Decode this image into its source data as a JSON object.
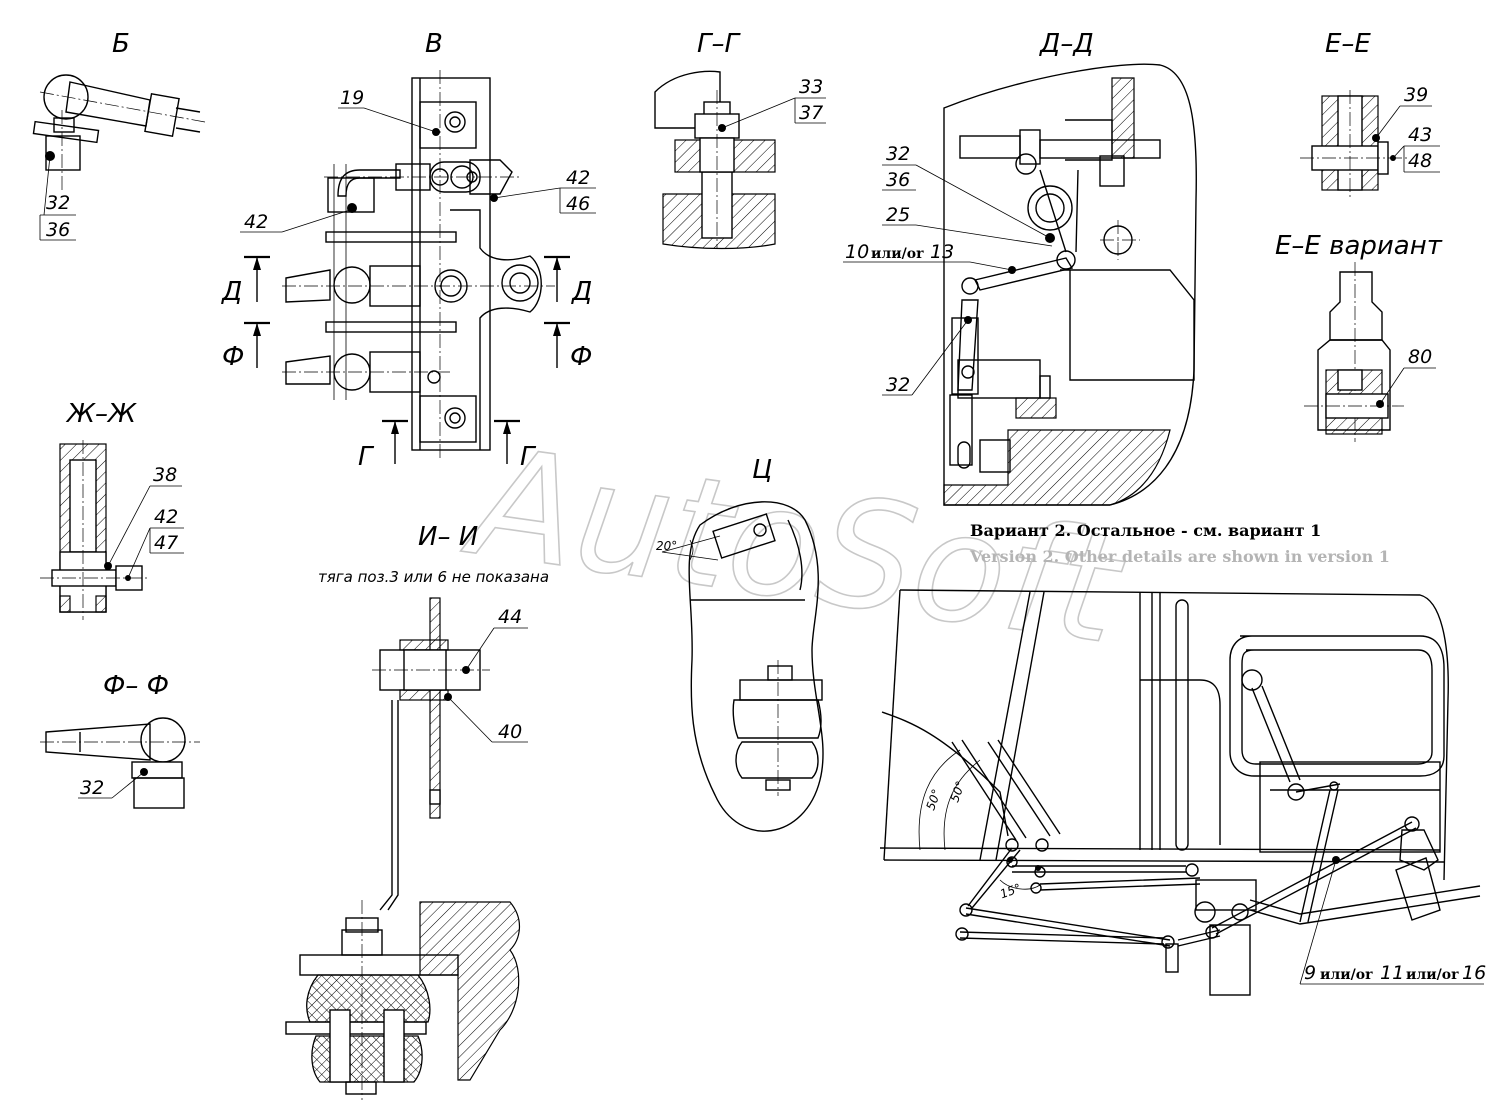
{
  "views": {
    "b": "Б",
    "v": "В",
    "g_g": "Г–Г",
    "d_d": "Д–Д",
    "e_e": "Е–Е",
    "e_e_variant": "Е–Е  вариант",
    "zh_zh": "Ж–Ж",
    "f_f": "Ф– Ф",
    "i_i": "И– И",
    "i_i_note": "тяга поз.3  или 6  не показана",
    "ts": "Ц"
  },
  "section_marks": {
    "d": "Д",
    "f": "Ф",
    "g": "Г"
  },
  "angles": {
    "a20": "20°",
    "a50": "50°",
    "a15": "15°"
  },
  "callouts": {
    "b_top": "32",
    "b_bottom": "36",
    "v_19": "19",
    "v_42_left": "42",
    "v_42_right": "42",
    "v_46": "46",
    "g_top": "33",
    "g_bottom": "37",
    "d_32_top": "32",
    "d_36": "36",
    "d_25": "25",
    "d_10": "10",
    "d_or": "или/or",
    "d_13": "13",
    "d_32_bottom": "32",
    "e_39": "39",
    "e_43": "43",
    "e_48": "48",
    "e_var_80": "80",
    "zh_38": "38",
    "zh_42": "42",
    "zh_47": "47",
    "f_32": "32",
    "i_44": "44",
    "i_40": "40",
    "v2_9": "9",
    "v2_or1": "или/or",
    "v2_11": "11",
    "v2_or2": "или/or",
    "v2_16": "16"
  },
  "notes": {
    "variant_ru": "Вариант 2. Остальное - см. вариант 1",
    "variant_en": "Version 2. Other details are shown in version 1"
  },
  "watermark": "AutoSoft"
}
